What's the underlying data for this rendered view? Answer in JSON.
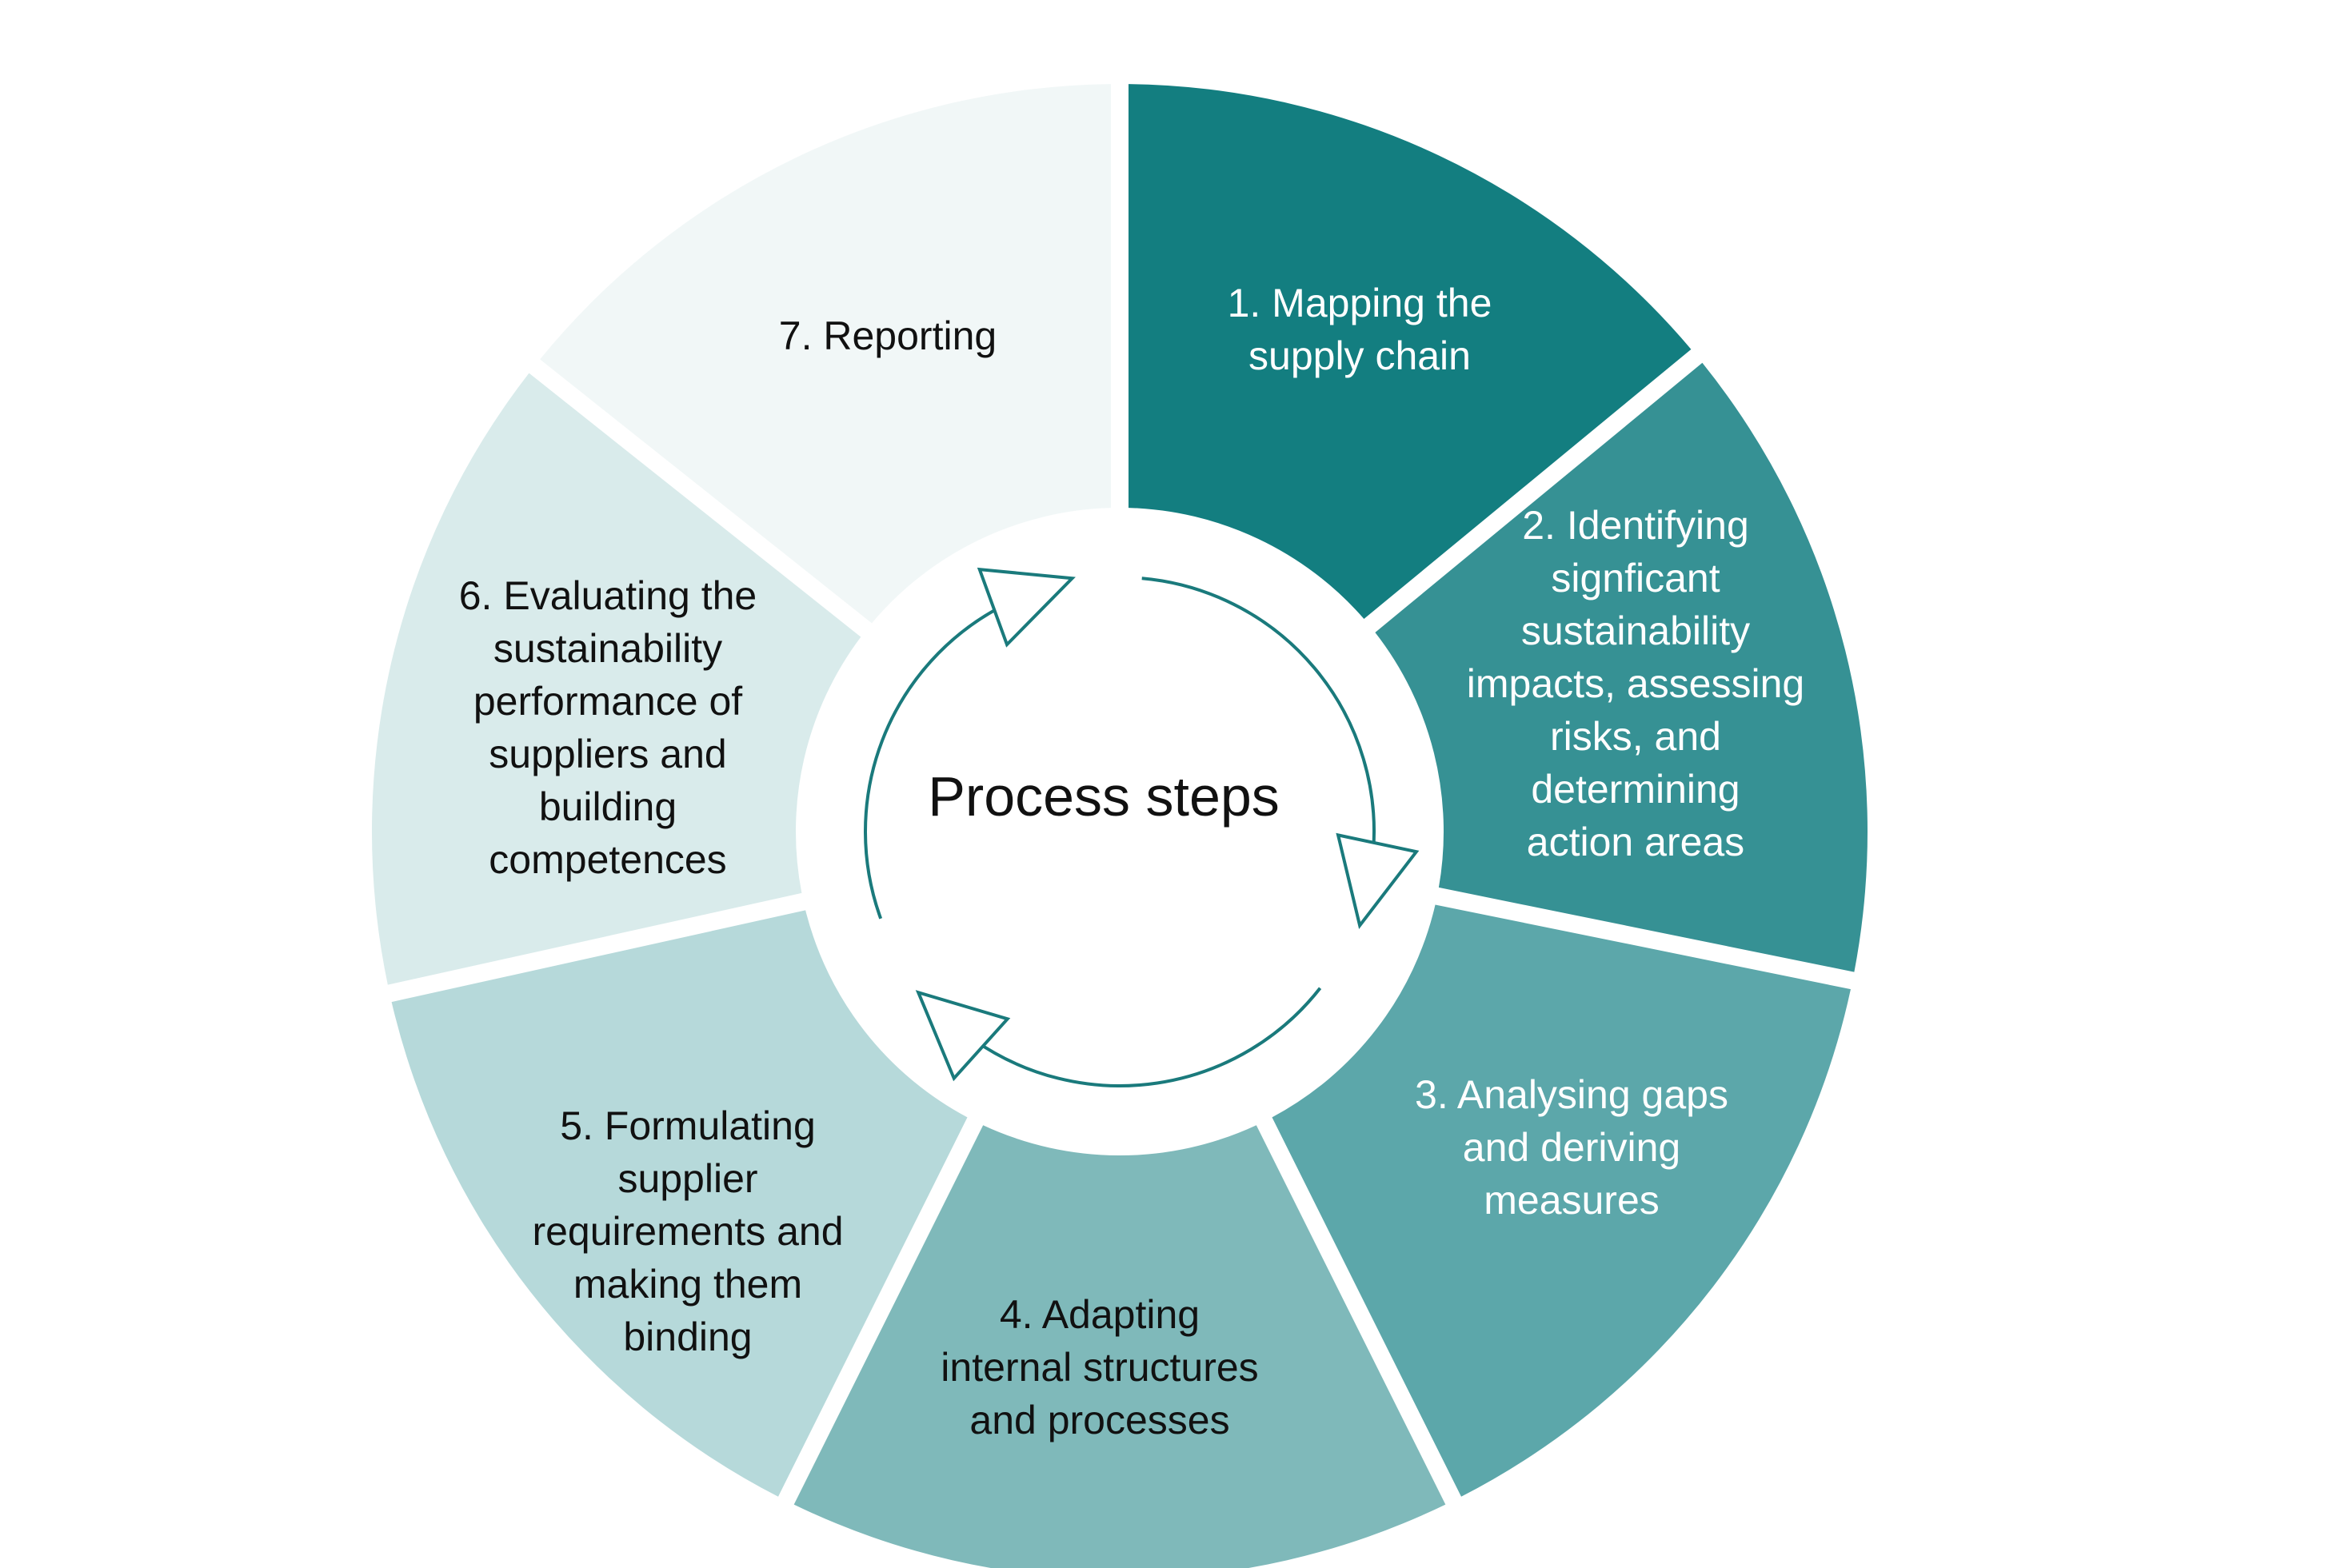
{
  "diagram": {
    "center_label": "Process steps",
    "colors": {
      "background": "#ffffff",
      "cycle_arrows": "#1a7a7c",
      "center_text": "#111111"
    },
    "steps": [
      {
        "lines": [
          "1. Mapping the",
          "supply chain"
        ],
        "color": "#137e80",
        "text_color": "#ffffff"
      },
      {
        "lines": [
          "2. Identifying",
          "signficant",
          "sustainability",
          "impacts, assessing",
          "risks, and",
          "determining",
          "action areas"
        ],
        "color": "#369194",
        "text_color": "#ffffff"
      },
      {
        "lines": [
          "3. Analysing gaps",
          "and deriving",
          "measures"
        ],
        "color": "#5ca7aa",
        "text_color": "#ffffff"
      },
      {
        "lines": [
          "4. Adapting",
          "internal structures",
          "and processes"
        ],
        "color": "#7fb9ba",
        "text_color": "#111111"
      },
      {
        "lines": [
          "5. Formulating",
          "supplier",
          "requirements and",
          "making them",
          "binding"
        ],
        "color": "#b6d9da",
        "text_color": "#111111"
      },
      {
        "lines": [
          "6. Evaluating the",
          "sustainability",
          "performance of",
          "suppliers and",
          "building",
          "competences"
        ],
        "color": "#d9ebeb",
        "text_color": "#111111"
      },
      {
        "lines": [
          "7. Reporting"
        ],
        "color": "#f1f7f7",
        "text_color": "#111111"
      }
    ]
  }
}
